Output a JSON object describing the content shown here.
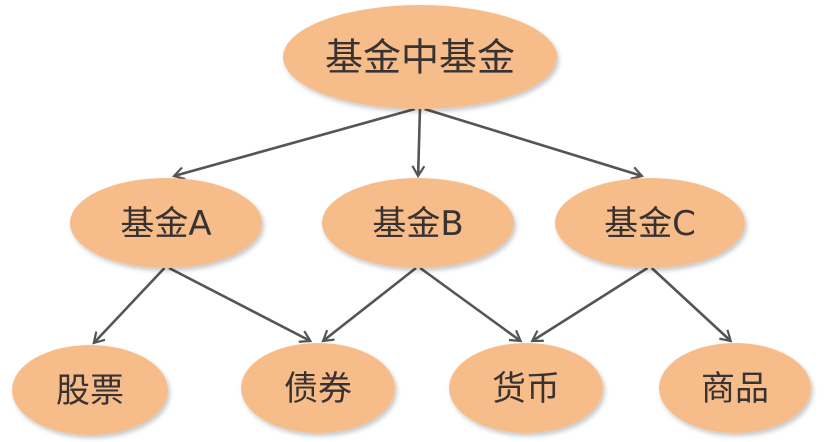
{
  "diagram": {
    "colors": {
      "node_fill": "#f6bd8b",
      "edge": "#555555",
      "text": "#3a3230"
    },
    "nodes": [
      {
        "id": "root",
        "label": "基金中基金"
      },
      {
        "id": "fundA",
        "label": "基金A"
      },
      {
        "id": "fundB",
        "label": "基金B"
      },
      {
        "id": "fundC",
        "label": "基金C"
      },
      {
        "id": "stocks",
        "label": "股票"
      },
      {
        "id": "bonds",
        "label": "债券"
      },
      {
        "id": "money",
        "label": "货币"
      },
      {
        "id": "commodities",
        "label": "商品"
      }
    ],
    "edges": [
      {
        "from": "root",
        "to": "fundA"
      },
      {
        "from": "root",
        "to": "fundB"
      },
      {
        "from": "root",
        "to": "fundC"
      },
      {
        "from": "fundA",
        "to": "stocks"
      },
      {
        "from": "fundA",
        "to": "bonds"
      },
      {
        "from": "fundB",
        "to": "bonds"
      },
      {
        "from": "fundB",
        "to": "money"
      },
      {
        "from": "fundC",
        "to": "money"
      },
      {
        "from": "fundC",
        "to": "commodities"
      }
    ]
  }
}
